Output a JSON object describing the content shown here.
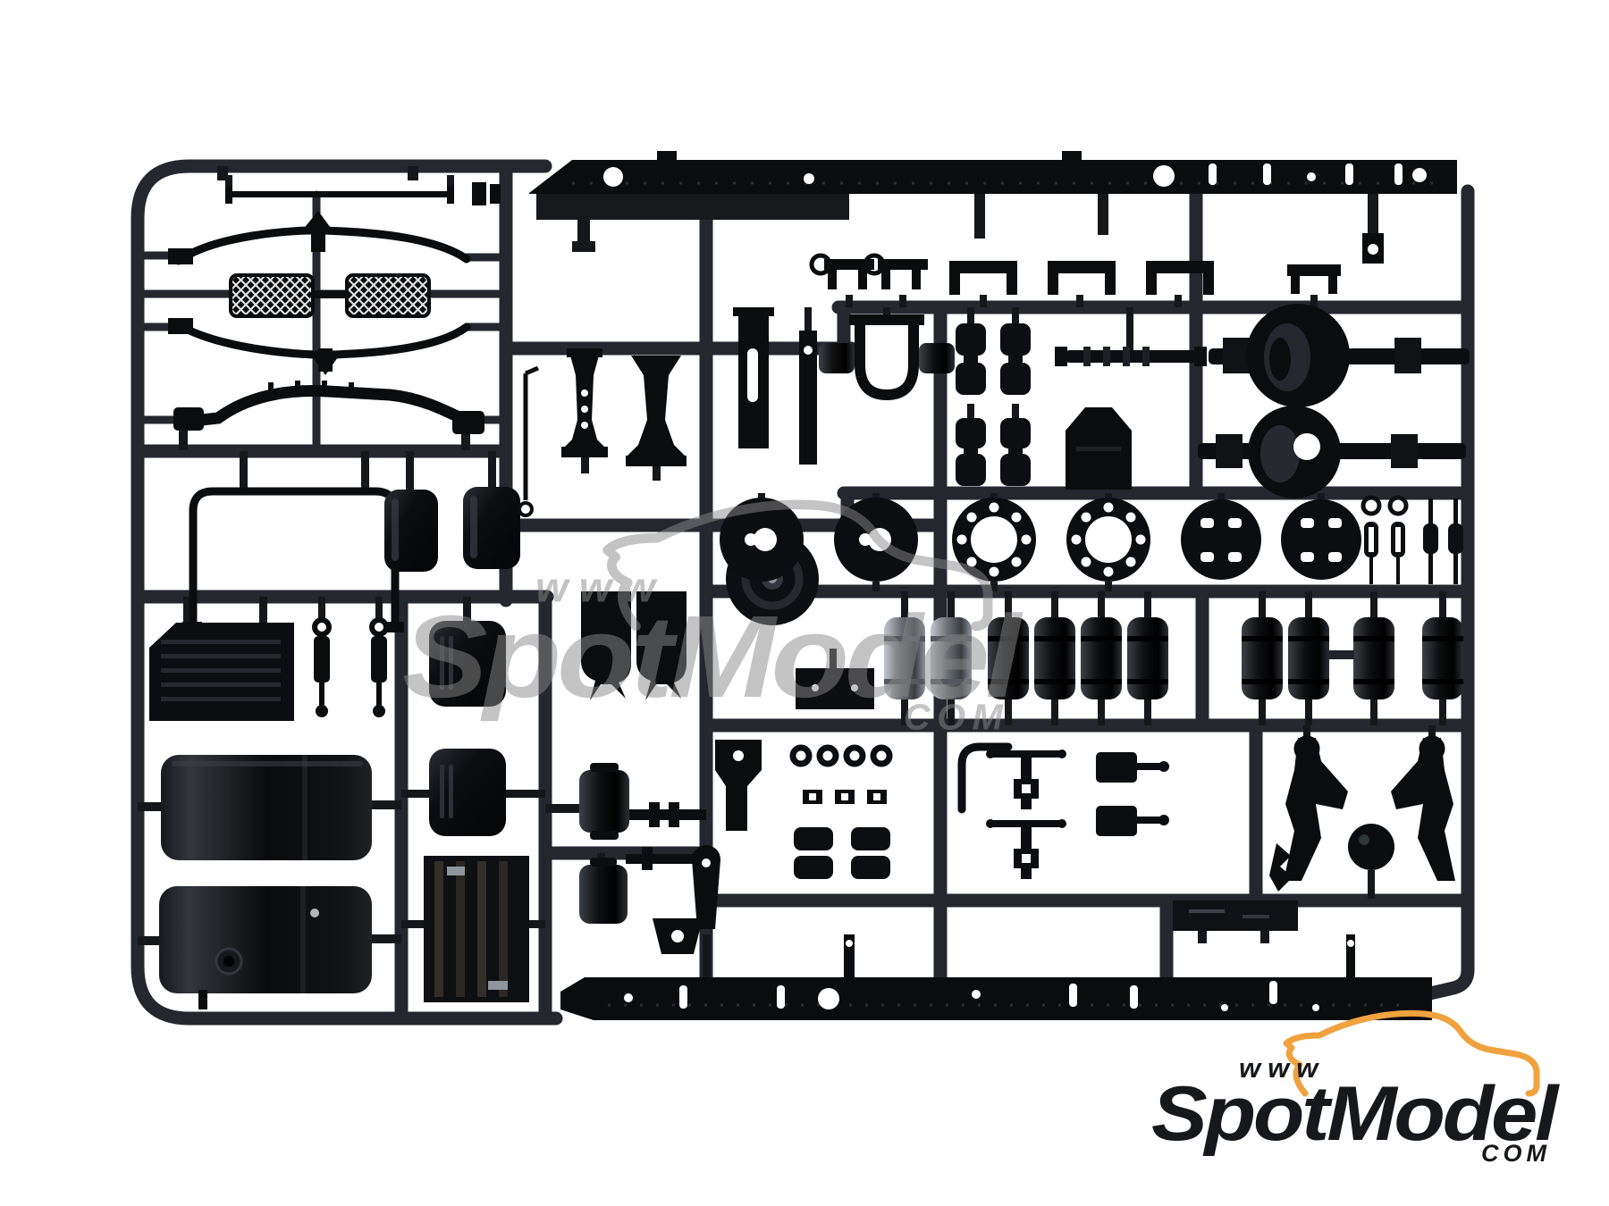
{
  "photo": {
    "subject": "black injection-molded plastic sprue of 1/24 truck chassis model kit parts",
    "background_color": "#ffffff",
    "plastic_color": "#0b0c0e",
    "runner_color": "#24272d"
  },
  "logo": {
    "www": "www",
    "name": "SpotModel",
    "tld": "COM",
    "car_color": "#F0A23F",
    "text_color": "#17181b"
  },
  "watermark": {
    "www": "www",
    "name": "SpotModel",
    "tld": "COM",
    "color": "#8a8a8a",
    "opacity": 0.5
  },
  "sprue": {
    "parts": [
      {
        "name": "chassis-side-rail",
        "qty": 2
      },
      {
        "name": "radiator-grille-mesh",
        "qty": 2
      },
      {
        "name": "wiper-linkage-bar",
        "qty": 2
      },
      {
        "name": "front-stabilizer-bar",
        "qty": 1
      },
      {
        "name": "roll-bar-frame",
        "qty": 1
      },
      {
        "name": "mirror-housing",
        "qty": 2
      },
      {
        "name": "fuel-tank",
        "qty": 2
      },
      {
        "name": "side-step-plate",
        "qty": 1
      },
      {
        "name": "shock-absorber",
        "qty": 2
      },
      {
        "name": "battery-box-cover",
        "qty": 2
      },
      {
        "name": "ribbed-radiator-panel",
        "qty": 1
      },
      {
        "name": "frame-crossmember",
        "qty": 4
      },
      {
        "name": "leaf-spring-shackle-plate",
        "qty": 2
      },
      {
        "name": "brake-drum",
        "qty": 2
      },
      {
        "name": "wheel-hub-flange",
        "qty": 2
      },
      {
        "name": "drum-back-plate",
        "qty": 2
      },
      {
        "name": "rear-axle-housing",
        "qty": 2
      },
      {
        "name": "propeller-shaft",
        "qty": 1
      },
      {
        "name": "spring-hanger-bracket",
        "qty": 1
      },
      {
        "name": "air-spring-bellows",
        "qty": 4
      },
      {
        "name": "air-reservoir-tank",
        "qty": 10
      },
      {
        "name": "exhaust-silencer",
        "qty": 2
      },
      {
        "name": "torque-arm-bracket",
        "qty": 2
      },
      {
        "name": "turnbuckle",
        "qty": 4
      },
      {
        "name": "suspension-arm",
        "qty": 2
      },
      {
        "name": "towing-ball",
        "qty": 1
      },
      {
        "name": "o-ring-seal",
        "qty": 4
      },
      {
        "name": "pulley-disc",
        "qty": 1
      },
      {
        "name": "mounting-bracket",
        "qty": 8
      }
    ]
  }
}
